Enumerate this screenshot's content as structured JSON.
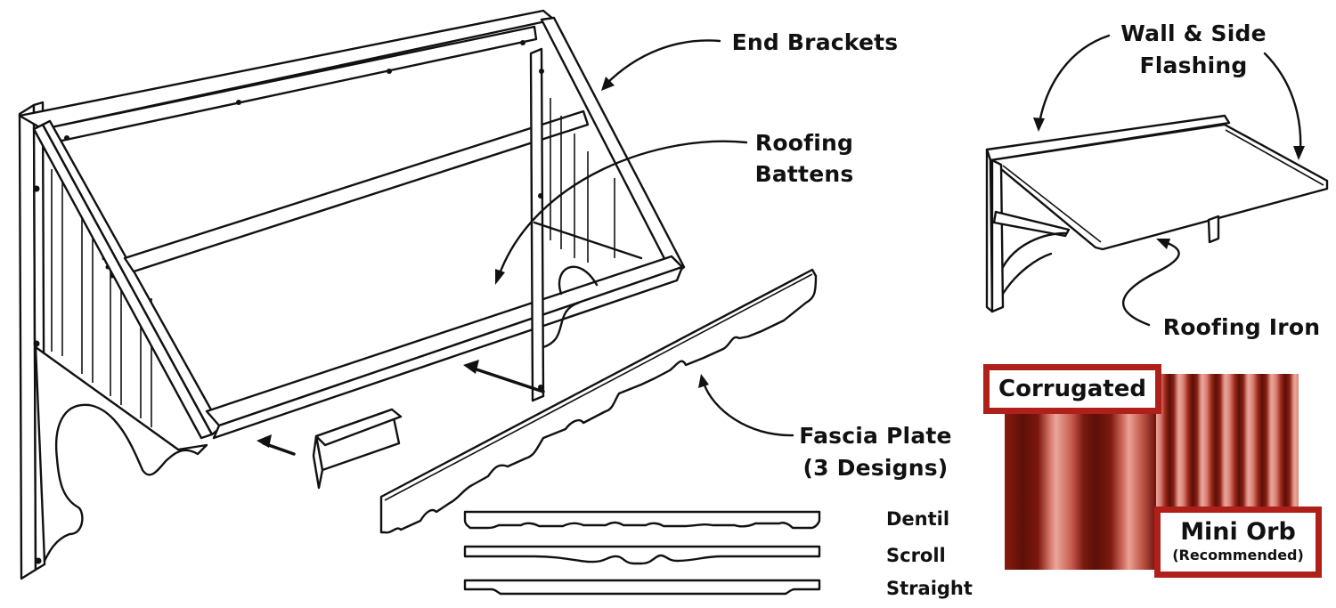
{
  "diagram": {
    "subject": "Awning kit exploded assembly diagram",
    "labels": {
      "end_brackets": "End Brackets",
      "roofing_battens_line1": "Roofing",
      "roofing_battens_line2": "Battens",
      "fascia_plate_line1": "Fascia Plate",
      "fascia_plate_line2": "(3 Designs)",
      "wall_side_flashing_line1": "Wall & Side",
      "wall_side_flashing_line2": "Flashing",
      "roofing_iron": "Roofing Iron"
    },
    "fascia_designs": [
      {
        "name": "Dentil"
      },
      {
        "name": "Scroll"
      },
      {
        "name": "Straight"
      }
    ],
    "roofing_profiles": {
      "corrugated": {
        "label": "Corrugated"
      },
      "mini_orb": {
        "label": "Mini Orb",
        "note": "(Recommended)"
      }
    },
    "colors": {
      "ink": "#111111",
      "tag_border": "#b0201a",
      "roof_red_dark": "#5e1008",
      "roof_red_light": "#e9a79c"
    }
  }
}
